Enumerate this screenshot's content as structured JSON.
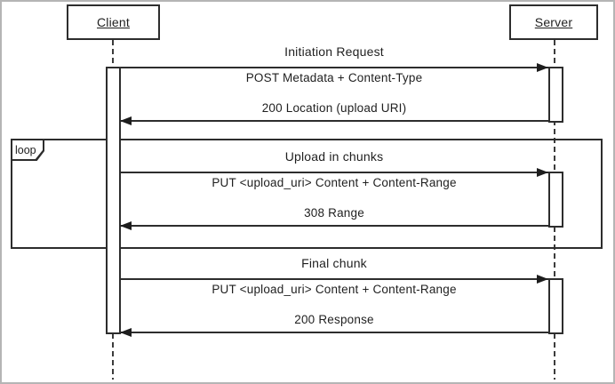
{
  "diagram": {
    "actors": {
      "client": "Client",
      "server": "Server"
    },
    "fragment": {
      "operator": "loop"
    },
    "exchanges": [
      {
        "title": "Initiation Request",
        "request": "POST Metadata + Content-Type",
        "response": "200 Location (upload URI)"
      },
      {
        "title": "Upload in chunks",
        "request": "PUT <upload_uri> Content + Content-Range",
        "response": "308 Range"
      },
      {
        "title": "Final chunk",
        "request": "PUT <upload_uri> Content + Content-Range",
        "response": "200 Response"
      }
    ]
  },
  "colors": {
    "line": "#2d2d2d",
    "background": "#ffffff",
    "outer_border": "#b5b5b5"
  }
}
